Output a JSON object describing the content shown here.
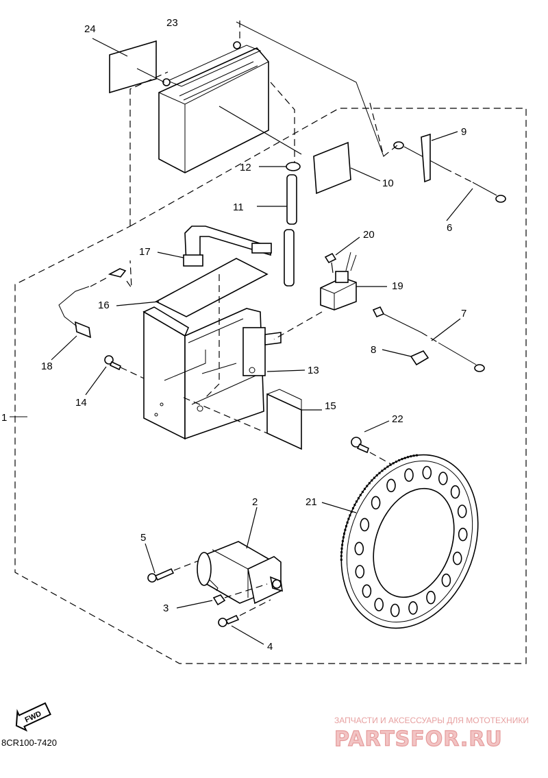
{
  "callouts": [
    {
      "id": "1",
      "label": "1"
    },
    {
      "id": "2",
      "label": "2"
    },
    {
      "id": "3",
      "label": "3"
    },
    {
      "id": "4",
      "label": "4"
    },
    {
      "id": "5",
      "label": "5"
    },
    {
      "id": "6",
      "label": "6"
    },
    {
      "id": "7",
      "label": "7"
    },
    {
      "id": "8",
      "label": "8"
    },
    {
      "id": "9",
      "label": "9"
    },
    {
      "id": "10",
      "label": "10"
    },
    {
      "id": "11",
      "label": "11"
    },
    {
      "id": "12",
      "label": "12"
    },
    {
      "id": "13",
      "label": "13"
    },
    {
      "id": "14",
      "label": "14"
    },
    {
      "id": "15",
      "label": "15"
    },
    {
      "id": "16",
      "label": "16"
    },
    {
      "id": "17",
      "label": "17"
    },
    {
      "id": "18",
      "label": "18"
    },
    {
      "id": "19",
      "label": "19"
    },
    {
      "id": "20",
      "label": "20"
    },
    {
      "id": "21",
      "label": "21"
    },
    {
      "id": "22",
      "label": "22"
    },
    {
      "id": "23",
      "label": "23"
    },
    {
      "id": "24",
      "label": "24"
    }
  ],
  "fwd_badge": "FWD",
  "diagram_code": "8CR100-7420",
  "watermark": {
    "tagline": "ЗАПЧАСТИ И АКСЕССУАРЫ ДЛЯ МОТОТЕХНИКИ",
    "brand": "PARTSFOR.RU"
  }
}
